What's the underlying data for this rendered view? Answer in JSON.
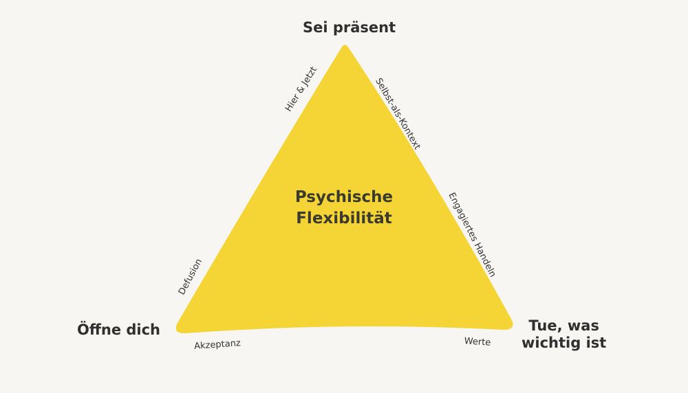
{
  "colors": {
    "background": "#f7f6f2",
    "triangle_fill": "#f4d535",
    "text": "#333333"
  },
  "center": {
    "line1": "Psychische",
    "line2": "Flexibilität"
  },
  "corners": {
    "top": "Sei präsent",
    "left": "Öffne dich",
    "right_line1": "Tue, was",
    "right_line2": "wichtig ist"
  },
  "edges": {
    "hier_jetzt": "Hier & Jetzt",
    "selbst_kontext": "Selbst-als-Kontext",
    "engagiertes_handeln": "Engagiertes Handeln",
    "defusion": "Defusion",
    "akzeptanz": "Akzeptanz",
    "werte": "Werte"
  }
}
